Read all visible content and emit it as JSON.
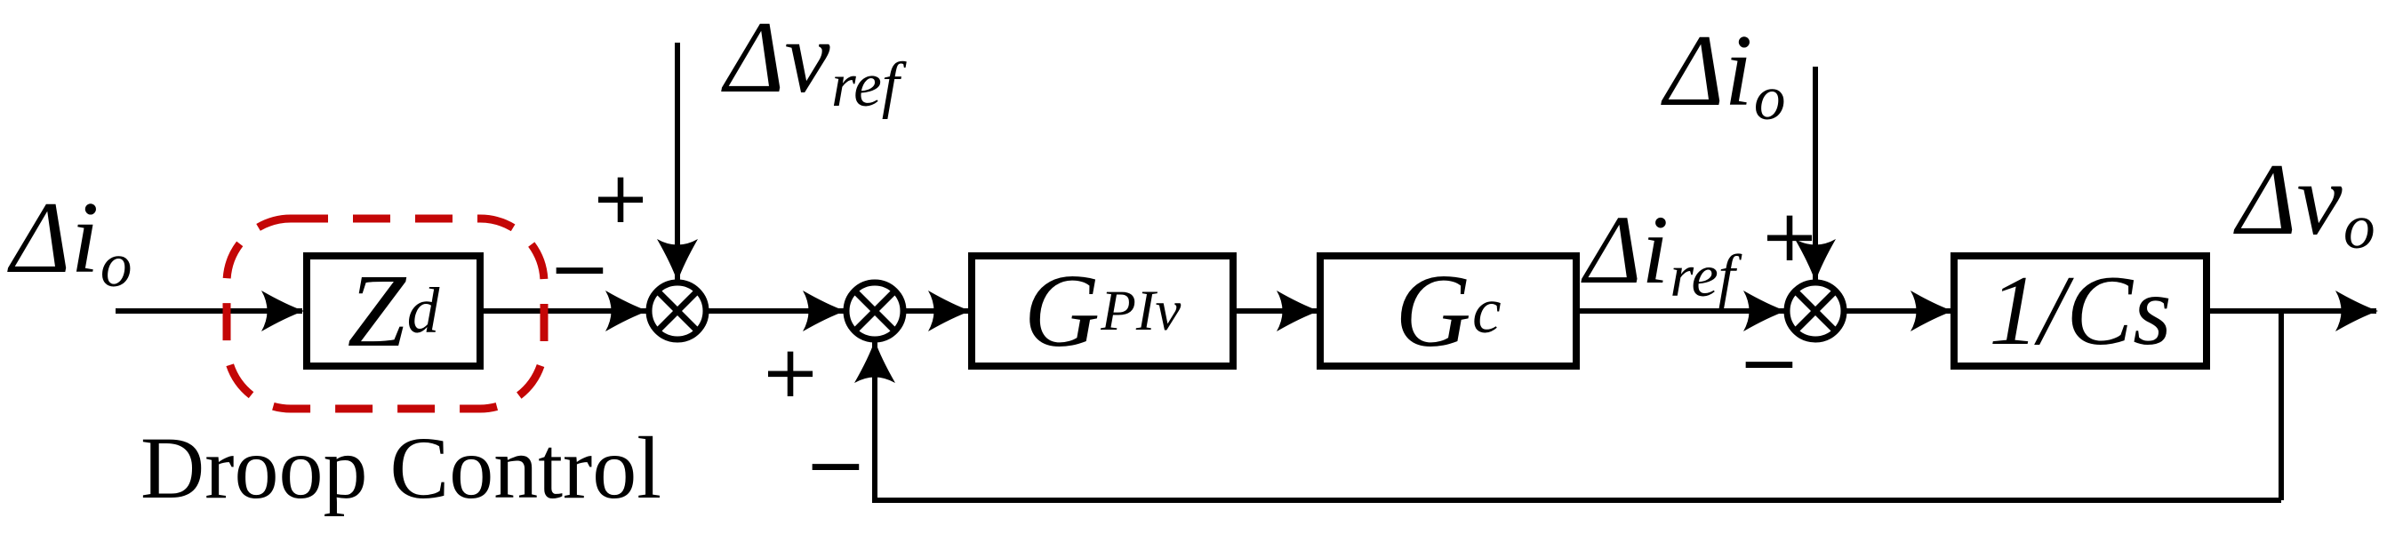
{
  "figure": {
    "type": "control-block-diagram",
    "background": "#ffffff"
  },
  "colors": {
    "line": "#000000",
    "droop_outline": "#c40606"
  },
  "labels": {
    "delta_io_left": {
      "base": "Δi",
      "sub": "o"
    },
    "delta_v_ref": {
      "base": "Δv",
      "sub": "ref"
    },
    "delta_i_ref": {
      "base": "Δi",
      "sub": "ref"
    },
    "delta_io_right": {
      "base": "Δi",
      "sub": "o"
    },
    "delta_v_o": {
      "base": "Δv",
      "sub": "o"
    },
    "droop_control": "Droop Control"
  },
  "blocks": {
    "zd": {
      "base": "Z",
      "sub": "d"
    },
    "gpiv": {
      "base": "G",
      "sub": "PIv"
    },
    "gc": {
      "base": "G",
      "sub": "c"
    },
    "cs": {
      "label": "1/Cs"
    }
  },
  "signs": {
    "j1_plus": "+",
    "j1_minus": "−",
    "j2_plus": "+",
    "j2_feedback_minus": "−",
    "j3_plus": "+",
    "j3_minus": "−"
  }
}
